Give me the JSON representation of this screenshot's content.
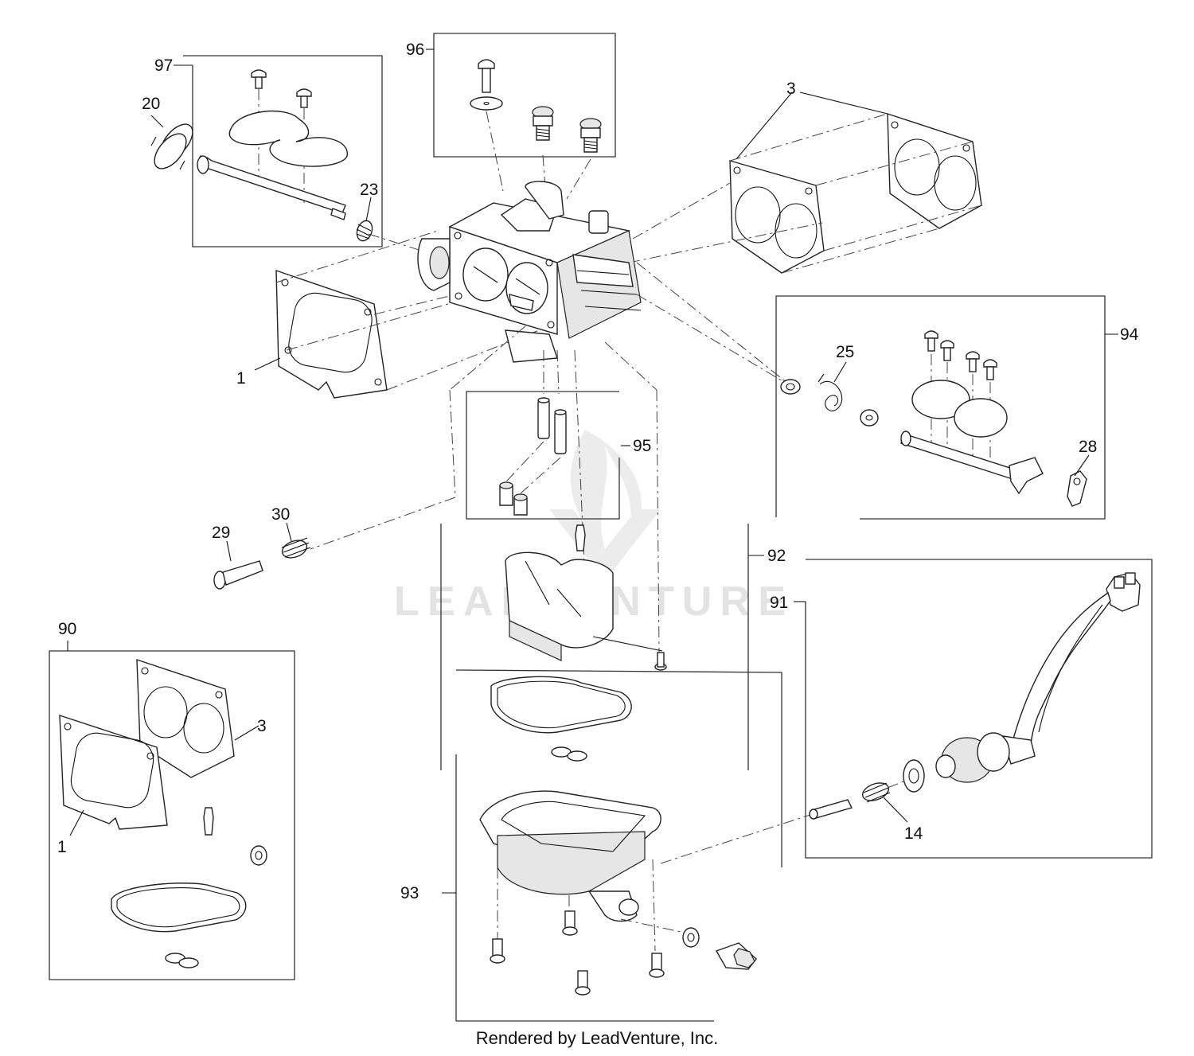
{
  "callouts": {
    "c97": "97",
    "c96": "96",
    "c20": "20",
    "c23": "23",
    "c3_top": "3",
    "c1_top": "1",
    "c94": "94",
    "c25": "25",
    "c28": "28",
    "c95": "95",
    "c29": "29",
    "c30": "30",
    "c92": "92",
    "c91": "91",
    "c90": "90",
    "c3_kit": "3",
    "c1_kit": "1",
    "c14": "14",
    "c93": "93"
  },
  "watermark": "LEADVENTURE",
  "footer": "Rendered by LeadVenture, Inc."
}
